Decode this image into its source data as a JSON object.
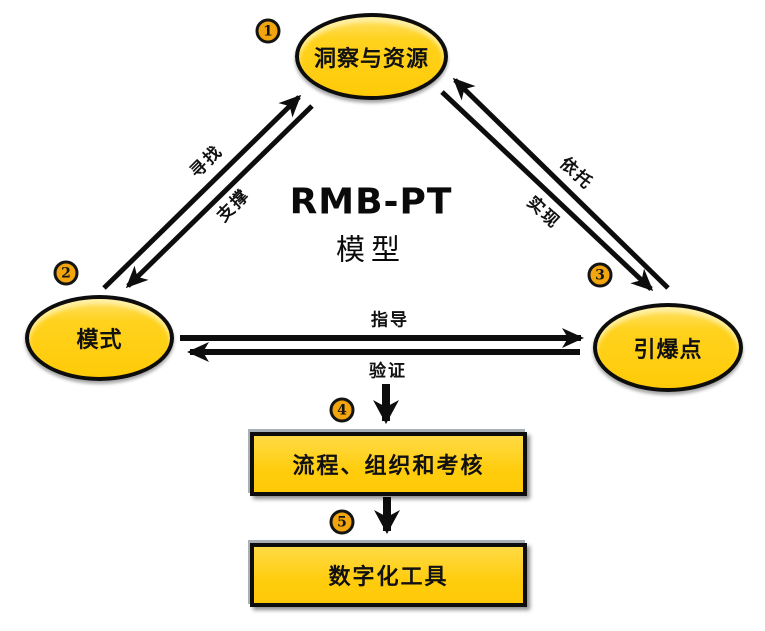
{
  "center": {
    "title": "RMB-PT",
    "subtitle": "模型"
  },
  "nodes": {
    "insight": {
      "label": "洞察与资源",
      "num": "1"
    },
    "pattern": {
      "label": "模式",
      "num": "2"
    },
    "tipping": {
      "label": "引爆点",
      "num": "3"
    },
    "process": {
      "label": "流程、组织和考核",
      "num": "4"
    },
    "digital": {
      "label": "数字化工具",
      "num": "5"
    }
  },
  "edges": {
    "seek": "寻找",
    "support": "支撑",
    "rely": "依托",
    "realize": "实现",
    "guide": "指导",
    "verify": "验证"
  },
  "colors": {
    "node_fill": "#FFD21E",
    "badge_fill": "#F2A50C",
    "stroke": "#000000",
    "background": "#FFFFFF"
  }
}
